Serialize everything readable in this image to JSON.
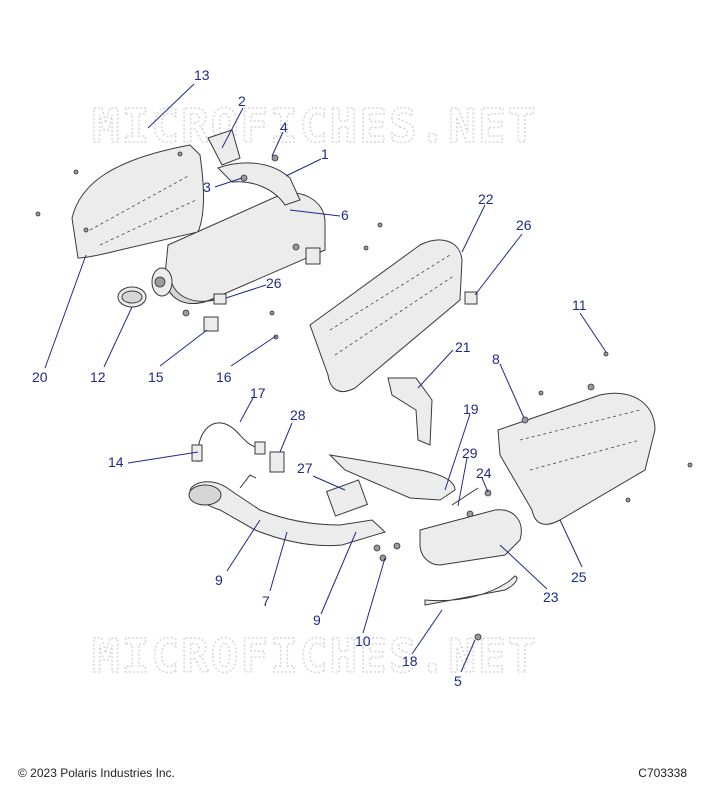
{
  "watermark": "MICROFICHES.NET",
  "copyright": "© 2023 Polaris Industries Inc.",
  "figure_id": "C703338",
  "callouts": [
    "13",
    "2",
    "4",
    "1",
    "3",
    "6",
    "22",
    "26",
    "26",
    "11",
    "20",
    "12",
    "15",
    "16",
    "21",
    "8",
    "17",
    "28",
    "19",
    "14",
    "29",
    "27",
    "24",
    "9",
    "7",
    "9",
    "23",
    "25",
    "10",
    "18",
    "5"
  ]
}
